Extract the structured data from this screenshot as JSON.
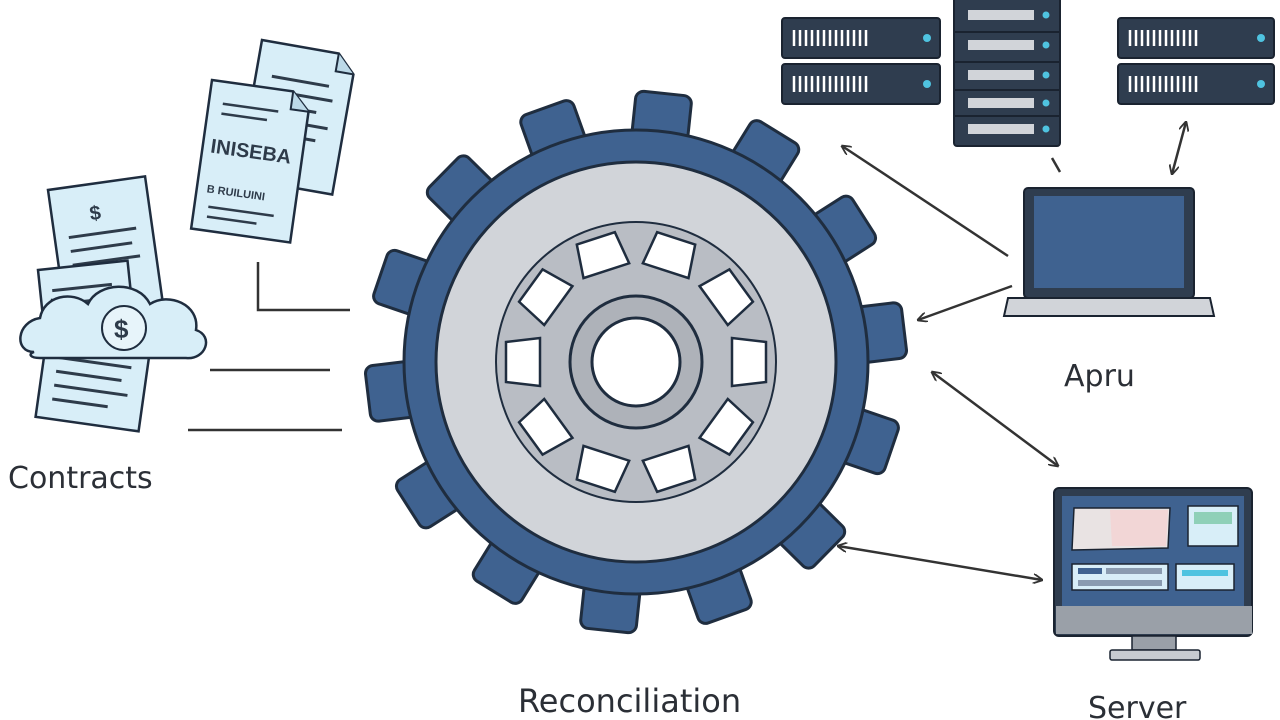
{
  "labels": {
    "contracts": "Contracts",
    "reconciliation": "Reconciliation",
    "api": "Apru",
    "server": "Server"
  },
  "document_text": {
    "heading": "INISEBA",
    "subline": "B RUILUINI",
    "currency_symbol": "$"
  },
  "icons": {
    "center": "gear-icon",
    "contracts": "contract-documents-icon",
    "invoices": "invoice-documents-icon",
    "servers": "server-rack-icon",
    "api": "laptop-icon",
    "server": "monitor-icon"
  },
  "colors": {
    "gear": "#3f6290",
    "gear_outline": "#1f2d3f",
    "gear_inner": "#d1d4d9",
    "paper": "#d8eef8",
    "device": "#2f3d4f",
    "screen": "#3f6290",
    "led": "#4fc3e0",
    "arrow": "#333333"
  }
}
